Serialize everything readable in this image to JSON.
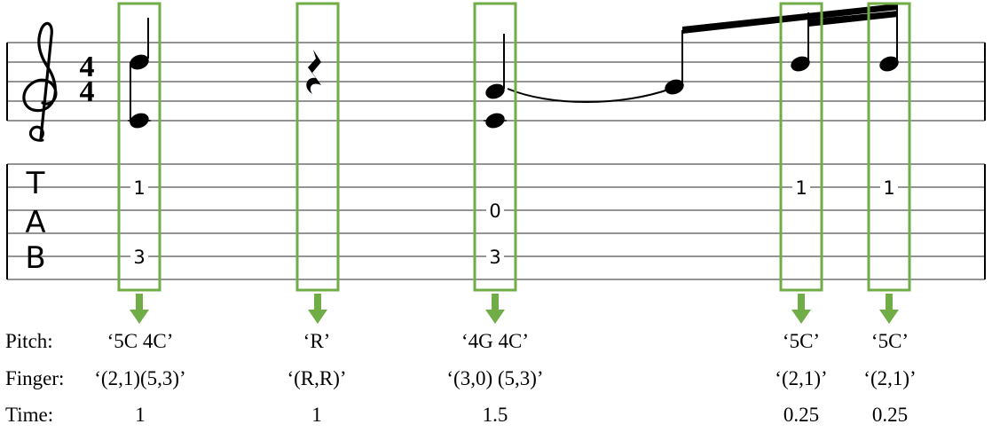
{
  "labels": {
    "pitch": "Pitch:",
    "finger": "Finger:",
    "time": "Time:"
  },
  "tab_clef": {
    "t": "T",
    "a": "A",
    "b": "B"
  },
  "time_signature": {
    "top": "4",
    "bottom": "4"
  },
  "columns": [
    {
      "pitch": "‘5C 4C’",
      "finger": "‘(2,1)(5,3)’",
      "time": "1",
      "frets": [
        "1",
        "3"
      ]
    },
    {
      "pitch": "‘R’",
      "finger": "‘(R,R)’",
      "time": "1",
      "frets": []
    },
    {
      "pitch": "‘4G 4C’",
      "finger": "‘(3,0) (5,3)’",
      "time": "1.5",
      "frets": [
        "0",
        "3"
      ]
    },
    {
      "pitch": "‘5C’",
      "finger": "‘(2,1)’",
      "time": "0.25",
      "frets": [
        "1"
      ]
    },
    {
      "pitch": "‘5C’",
      "finger": "‘(2,1)’",
      "time": "0.25",
      "frets": [
        "1"
      ]
    }
  ],
  "colors": {
    "highlight": "#70ad47",
    "ink": "#000000"
  }
}
